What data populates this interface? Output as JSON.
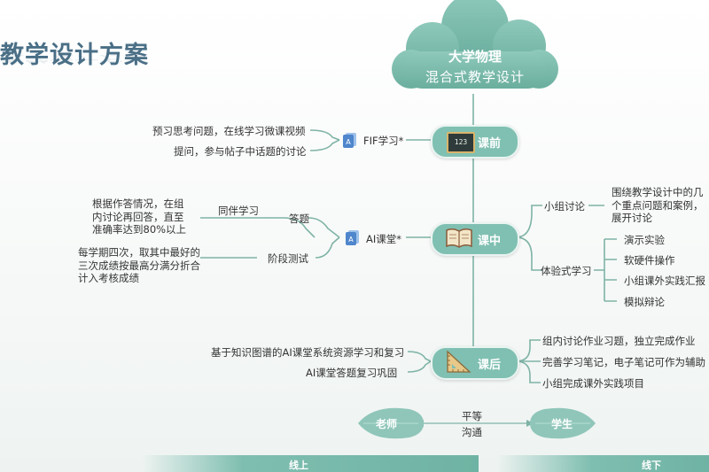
{
  "title": "教学设计方案",
  "cloud": {
    "line1": "大学物理",
    "line2": "混合式教学设计"
  },
  "stages": {
    "pre": {
      "label": "课前",
      "platform": "FIF学习*",
      "board_text": "123"
    },
    "in": {
      "label": "课中",
      "platform": "AI课堂*"
    },
    "post": {
      "label": "课后"
    }
  },
  "pre_items": [
    "预习思考问题，在线学习微课视频",
    "提问，参与帖子中话题的讨论"
  ],
  "in_left": {
    "answer": {
      "label": "答题",
      "method": "同伴学习",
      "desc": "根据作答情况，在组内讨论再回答，直至准确率达到80%以上"
    },
    "test": {
      "label": "阶段测试",
      "desc": "每学期四次，取其中最好的三次成绩按最高分满分折合计入考核成绩"
    }
  },
  "in_right": {
    "group": {
      "label": "小组讨论",
      "desc": "围绕教学设计中的几个重点问题和案例，展开讨论"
    },
    "experience": {
      "label": "体验式学习",
      "items": [
        "演示实验",
        "软硬件操作",
        "小组课外实践汇报",
        "模拟辩论"
      ]
    }
  },
  "post_left": [
    "基于知识图谱的AI课堂系统资源学习和复习",
    "AI课堂答题复习巩固"
  ],
  "post_right": [
    "组内讨论作业习题，独立完成作业",
    "完善学习笔记，电子笔记可作为辅助",
    "小组完成课外实践项目"
  ],
  "bottom": {
    "teacher": "老师",
    "student": "学生",
    "relation_line1": "平等",
    "relation_line2": "沟通"
  },
  "footer": {
    "online": "线上",
    "offline": "线下"
  },
  "colors": {
    "teal": "#80c0b2",
    "dark_teal": "#4a8f80",
    "title": "#4a6f86",
    "line": "#7fb3a6"
  }
}
